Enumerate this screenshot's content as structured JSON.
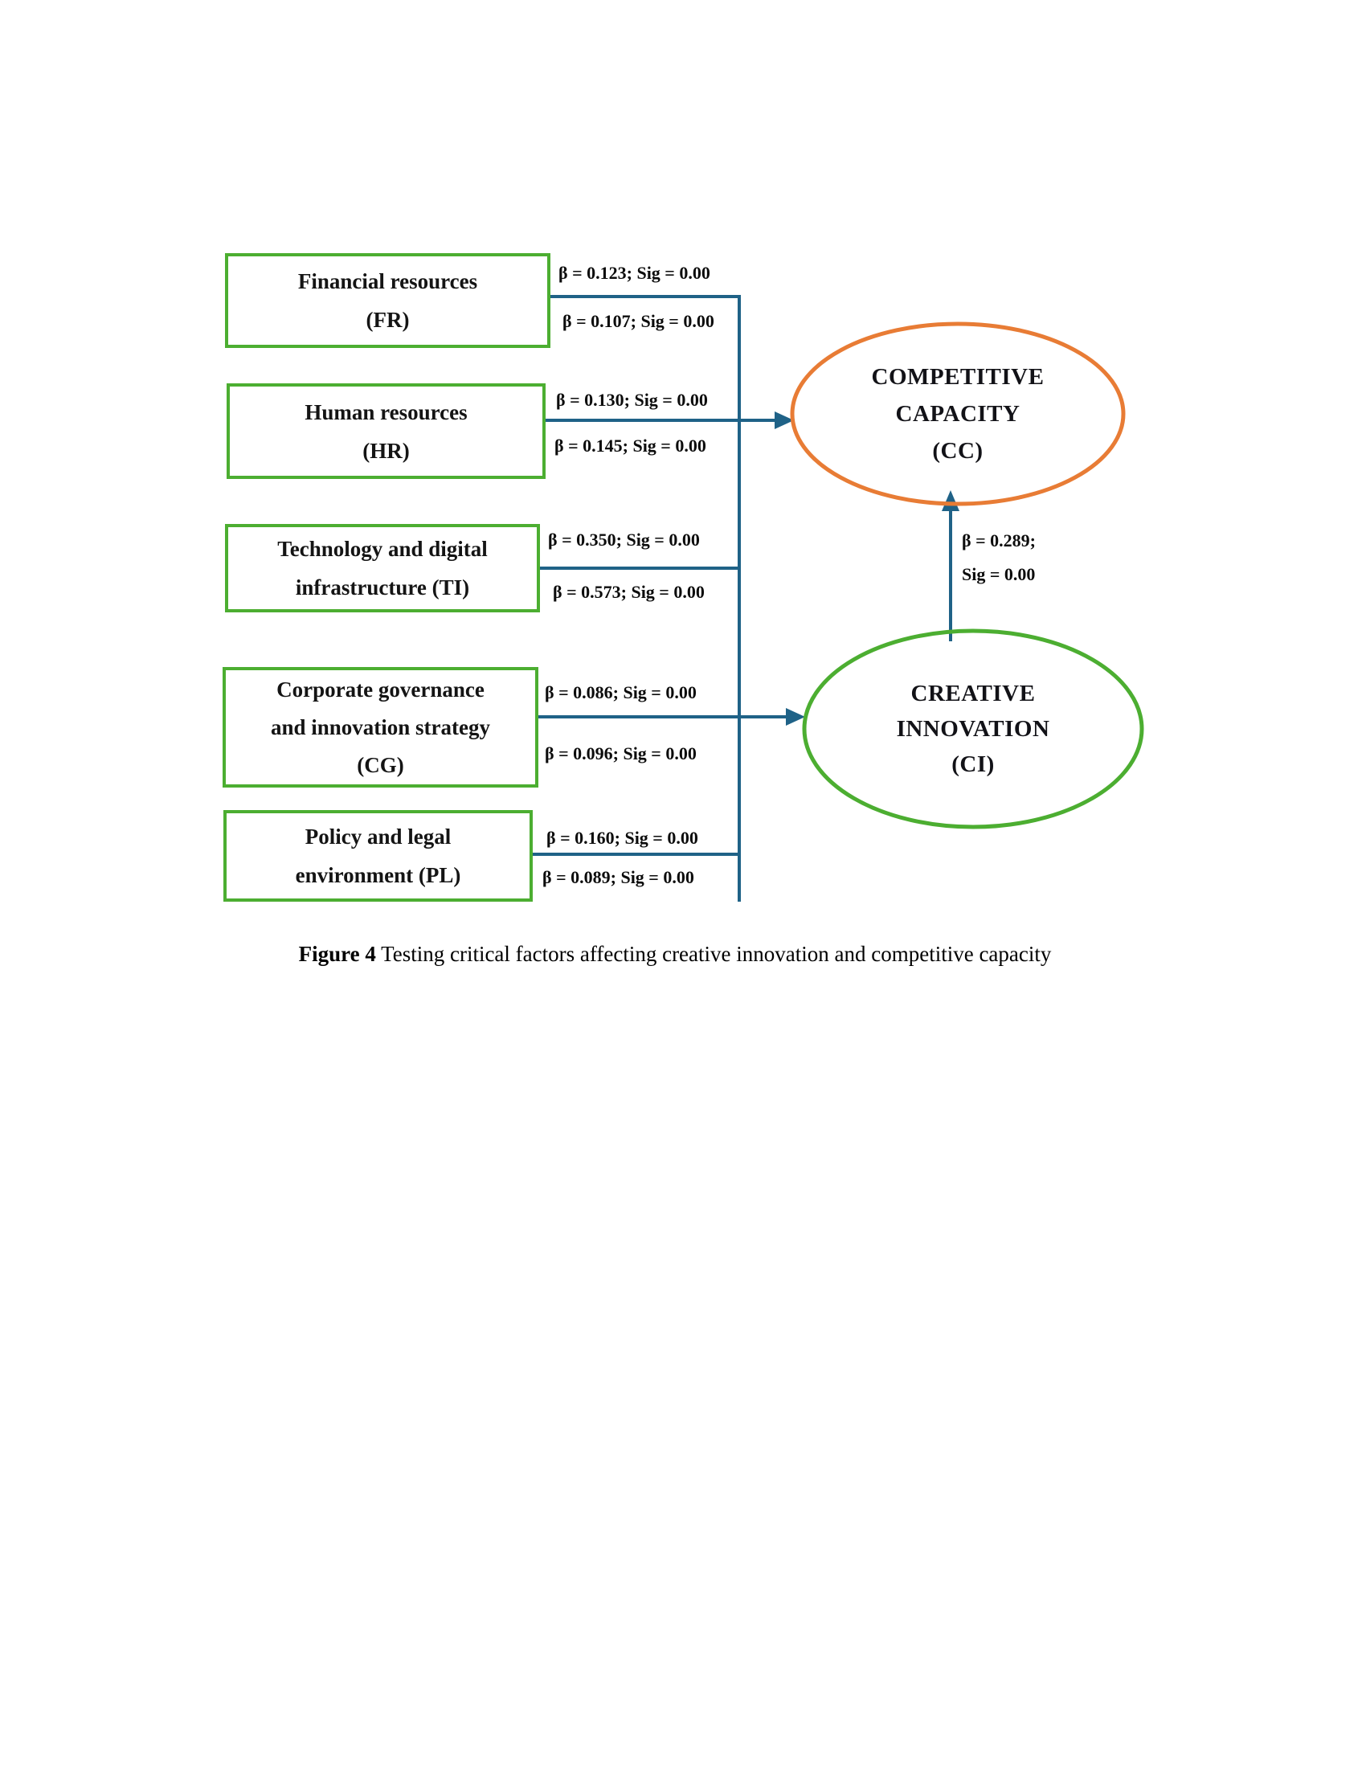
{
  "figure": {
    "caption": {
      "bold": "Figure 4",
      "rest": " Testing critical factors affecting creative innovation and competitive capacity"
    }
  },
  "factors": [
    {
      "id": "FR",
      "l1": "Financial resources",
      "l2": "(FR)",
      "beta1": "β = 0.123; Sig = 0.00",
      "beta2": "β = 0.107; Sig = 0.00"
    },
    {
      "id": "HR",
      "l1": "Human resources",
      "l2": "(HR)",
      "beta1": "β = 0.130; Sig = 0.00",
      "beta2": "β = 0.145; Sig = 0.00"
    },
    {
      "id": "TI",
      "l1": "Technology and digital",
      "l2": "infrastructure (TI)",
      "beta1": "β = 0.350; Sig = 0.00",
      "beta2": "β = 0.573; Sig = 0.00"
    },
    {
      "id": "CG",
      "l1": "Corporate governance",
      "l2": "and innovation strategy",
      "l3": "(CG)",
      "beta1": "β = 0.086; Sig = 0.00",
      "beta2": "β = 0.096; Sig = 0.00"
    },
    {
      "id": "PL",
      "l1": "Policy and legal",
      "l2": "environment (PL)",
      "beta1": "β = 0.160; Sig = 0.00",
      "beta2": "β = 0.089; Sig = 0.00"
    }
  ],
  "outcomes": {
    "cc": {
      "l1": "COMPETITIVE",
      "l2": "CAPACITY",
      "l3": "(CC)"
    },
    "ci": {
      "l1": "CREATIVE",
      "l2": "INNOVATION",
      "l3": "(CI)"
    }
  },
  "ci_cc_path": {
    "l1": "β = 0.289;",
    "l2": "Sig = 0.00"
  },
  "colors": {
    "factor_box_border": "#4cae31",
    "creative_innovation_ellipse": "#4cae31",
    "competitive_capacity_ellipse": "#e87c35",
    "connector_lines": "#1f6287",
    "text": "#101010"
  }
}
